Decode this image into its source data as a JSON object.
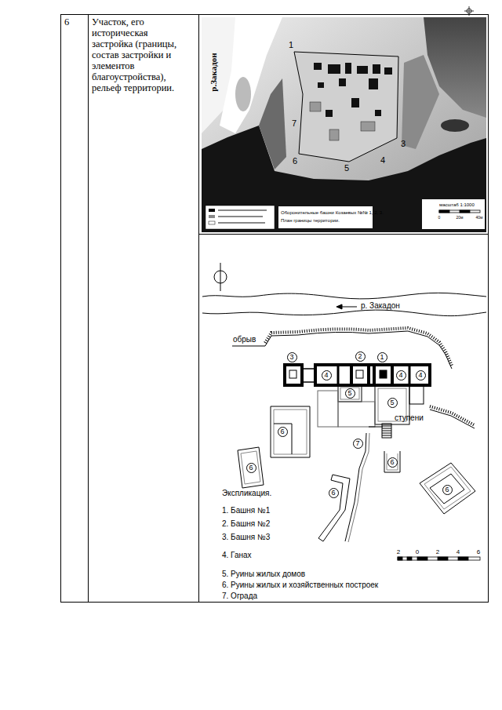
{
  "diagram": {
    "nodes": [
      {
        "text": [
          "6"
        ]
      },
      {
        "text": [
          "Участок, его историческая застройка (границы, состав застройки и элементов благоустройства), рельеф территории."
        ]
      },
      {
        "text": [
          "3"
        ]
      },
      {
        "text": [
          "2"
        ]
      },
      {
        "text": [
          "1"
        ]
      },
      {
        "text": [
          "4"
        ]
      },
      {
        "text": [
          "4"
        ]
      },
      {
        "text": [
          "4"
        ]
      },
      {
        "text": [
          "5"
        ]
      },
      {
        "text": [
          "5"
        ]
      },
      {
        "text": [
          "6"
        ]
      },
      {
        "text": [
          "7"
        ]
      },
      {
        "text": [
          "6"
        ]
      },
      {
        "text": [
          "6"
        ]
      },
      {
        "text": [
          "6"
        ]
      },
      {
        "text": [
          "6"
        ]
      }
    ],
    "labels": [
      "р.Закадон",
      "1",
      "7",
      "6",
      "5",
      "4",
      "3",
      "Оборонительные башни Козаевых №№ 1, 2, 3.",
      "План границы территории.",
      "масштаб 1:1000",
      "0",
      "20м",
      "40м",
      "р. Закадон",
      "обрыв",
      "ступени",
      "Экспликация.",
      "1. Башня №1",
      "2. Башня №2",
      "3. Башня №3",
      "4. Ганах",
      "5. Руины жилых домов",
      "6. Руины жилых и хозяйственных построек",
      "7. Ограда",
      "2",
      "0",
      "2",
      "4",
      "6"
    ]
  }
}
